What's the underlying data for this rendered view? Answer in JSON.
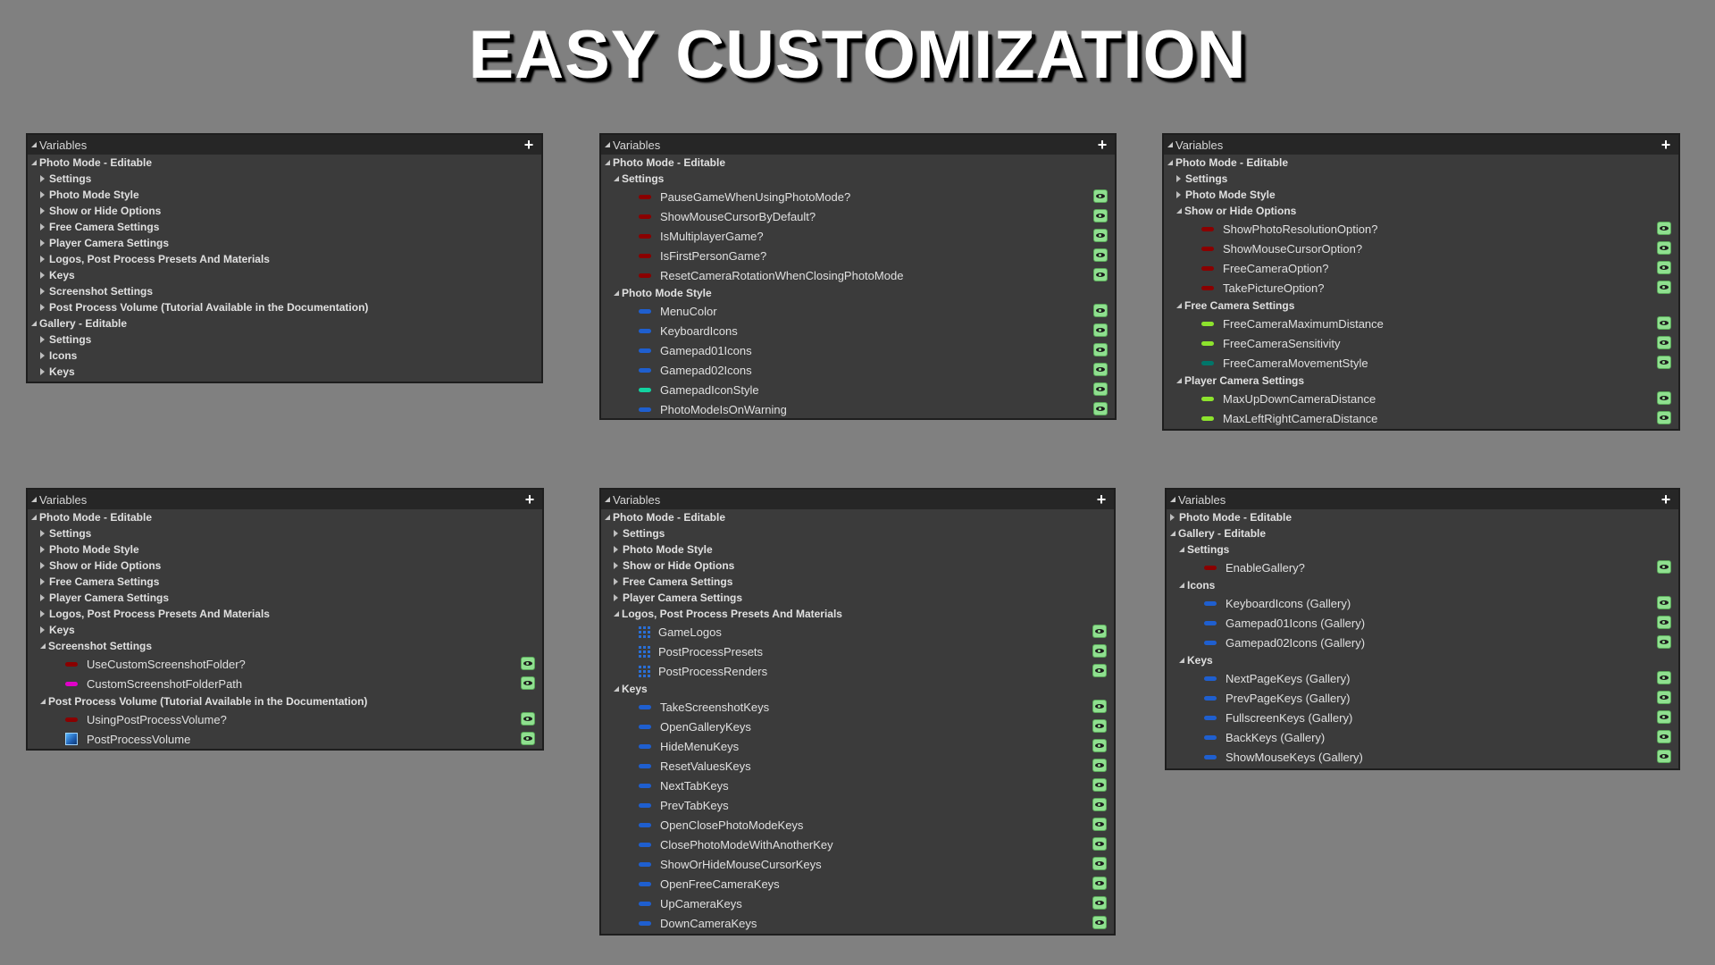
{
  "title": "EASY CUSTOMIZATION",
  "header_label": "Variables",
  "add_symbol": "+",
  "pin_colors": {
    "bool": "#8a0000",
    "array": "#1f5fcf",
    "struct_green": "#12d3a0",
    "float": "#8de32d",
    "enum": "#00766a",
    "string": "#e000c8"
  },
  "panels": [
    {
      "rows": [
        {
          "type": "cat",
          "label": "Photo Mode - Editable",
          "level": 0,
          "open": true
        },
        {
          "type": "cat",
          "label": "Settings",
          "level": 1,
          "open": false
        },
        {
          "type": "cat",
          "label": "Photo Mode Style",
          "level": 1,
          "open": false
        },
        {
          "type": "cat",
          "label": "Show or Hide Options",
          "level": 1,
          "open": false
        },
        {
          "type": "cat",
          "label": "Free Camera Settings",
          "level": 1,
          "open": false
        },
        {
          "type": "cat",
          "label": "Player Camera Settings",
          "level": 1,
          "open": false
        },
        {
          "type": "cat",
          "label": "Logos, Post Process Presets And Materials",
          "level": 1,
          "open": false
        },
        {
          "type": "cat",
          "label": "Keys",
          "level": 1,
          "open": false
        },
        {
          "type": "cat",
          "label": "Screenshot Settings",
          "level": 1,
          "open": false
        },
        {
          "type": "cat",
          "label": "Post Process Volume (Tutorial Available in the Documentation)",
          "level": 1,
          "open": false
        },
        {
          "type": "cat",
          "label": "Gallery - Editable",
          "level": 0,
          "open": true
        },
        {
          "type": "cat",
          "label": "Settings",
          "level": 1,
          "open": false
        },
        {
          "type": "cat",
          "label": "Icons",
          "level": 1,
          "open": false
        },
        {
          "type": "cat",
          "label": "Keys",
          "level": 1,
          "open": false
        }
      ]
    },
    {
      "rows": [
        {
          "type": "cat",
          "label": "Photo Mode - Editable",
          "level": 0,
          "open": true
        },
        {
          "type": "cat",
          "label": "Settings",
          "level": 1,
          "open": true
        },
        {
          "type": "var",
          "label": "PauseGameWhenUsingPhotoMode?",
          "pin": "bool"
        },
        {
          "type": "var",
          "label": "ShowMouseCursorByDefault?",
          "pin": "bool"
        },
        {
          "type": "var",
          "label": "IsMultiplayerGame?",
          "pin": "bool"
        },
        {
          "type": "var",
          "label": "IsFirstPersonGame?",
          "pin": "bool"
        },
        {
          "type": "var",
          "label": "ResetCameraRotationWhenClosingPhotoMode",
          "pin": "bool"
        },
        {
          "type": "cat",
          "label": "Photo Mode Style",
          "level": 1,
          "open": true
        },
        {
          "type": "var",
          "label": "MenuColor",
          "pin": "array"
        },
        {
          "type": "var",
          "label": "KeyboardIcons",
          "pin": "array"
        },
        {
          "type": "var",
          "label": "Gamepad01Icons",
          "pin": "array"
        },
        {
          "type": "var",
          "label": "Gamepad02Icons",
          "pin": "array"
        },
        {
          "type": "var",
          "label": "GamepadIconStyle",
          "pin": "struct_green"
        },
        {
          "type": "var",
          "label": "PhotoModeIsOnWarning",
          "pin": "array"
        }
      ]
    },
    {
      "rows": [
        {
          "type": "cat",
          "label": "Photo Mode - Editable",
          "level": 0,
          "open": true
        },
        {
          "type": "cat",
          "label": "Settings",
          "level": 1,
          "open": false
        },
        {
          "type": "cat",
          "label": "Photo Mode Style",
          "level": 1,
          "open": false
        },
        {
          "type": "cat",
          "label": "Show or Hide Options",
          "level": 1,
          "open": true
        },
        {
          "type": "var",
          "label": "ShowPhotoResolutionOption?",
          "pin": "bool"
        },
        {
          "type": "var",
          "label": "ShowMouseCursorOption?",
          "pin": "bool"
        },
        {
          "type": "var",
          "label": "FreeCameraOption?",
          "pin": "bool"
        },
        {
          "type": "var",
          "label": "TakePictureOption?",
          "pin": "bool"
        },
        {
          "type": "cat",
          "label": "Free Camera Settings",
          "level": 1,
          "open": true
        },
        {
          "type": "var",
          "label": "FreeCameraMaximumDistance",
          "pin": "float"
        },
        {
          "type": "var",
          "label": "FreeCameraSensitivity",
          "pin": "float"
        },
        {
          "type": "var",
          "label": "FreeCameraMovementStyle",
          "pin": "enum"
        },
        {
          "type": "cat",
          "label": "Player Camera Settings",
          "level": 1,
          "open": true
        },
        {
          "type": "var",
          "label": "MaxUpDownCameraDistance",
          "pin": "float"
        },
        {
          "type": "var",
          "label": "MaxLeftRightCameraDistance",
          "pin": "float"
        }
      ]
    },
    {
      "rows": [
        {
          "type": "cat",
          "label": "Photo Mode - Editable",
          "level": 0,
          "open": true
        },
        {
          "type": "cat",
          "label": "Settings",
          "level": 1,
          "open": false
        },
        {
          "type": "cat",
          "label": "Photo Mode Style",
          "level": 1,
          "open": false
        },
        {
          "type": "cat",
          "label": "Show or Hide Options",
          "level": 1,
          "open": false
        },
        {
          "type": "cat",
          "label": "Free Camera Settings",
          "level": 1,
          "open": false
        },
        {
          "type": "cat",
          "label": "Player Camera Settings",
          "level": 1,
          "open": false
        },
        {
          "type": "cat",
          "label": "Logos, Post Process Presets And Materials",
          "level": 1,
          "open": false
        },
        {
          "type": "cat",
          "label": "Keys",
          "level": 1,
          "open": false
        },
        {
          "type": "cat",
          "label": "Screenshot Settings",
          "level": 1,
          "open": true
        },
        {
          "type": "var",
          "label": "UseCustomScreenshotFolder?",
          "pin": "bool"
        },
        {
          "type": "var",
          "label": "CustomScreenshotFolderPath",
          "pin": "string"
        },
        {
          "type": "cat",
          "label": "Post Process Volume (Tutorial Available in the Documentation)",
          "level": 1,
          "open": true
        },
        {
          "type": "var",
          "label": "UsingPostProcessVolume?",
          "pin": "bool"
        },
        {
          "type": "var",
          "label": "PostProcessVolume",
          "pin": "object"
        }
      ]
    },
    {
      "rows": [
        {
          "type": "cat",
          "label": "Photo Mode - Editable",
          "level": 0,
          "open": true
        },
        {
          "type": "cat",
          "label": "Settings",
          "level": 1,
          "open": false
        },
        {
          "type": "cat",
          "label": "Photo Mode Style",
          "level": 1,
          "open": false
        },
        {
          "type": "cat",
          "label": "Show or Hide Options",
          "level": 1,
          "open": false
        },
        {
          "type": "cat",
          "label": "Free Camera Settings",
          "level": 1,
          "open": false
        },
        {
          "type": "cat",
          "label": "Player Camera Settings",
          "level": 1,
          "open": false
        },
        {
          "type": "cat",
          "label": "Logos, Post Process Presets And Materials",
          "level": 1,
          "open": true
        },
        {
          "type": "var",
          "label": "GameLogos",
          "pin": "grid"
        },
        {
          "type": "var",
          "label": "PostProcessPresets",
          "pin": "grid"
        },
        {
          "type": "var",
          "label": "PostProcessRenders",
          "pin": "grid"
        },
        {
          "type": "cat",
          "label": "Keys",
          "level": 1,
          "open": true
        },
        {
          "type": "var",
          "label": "TakeScreenshotKeys",
          "pin": "array"
        },
        {
          "type": "var",
          "label": "OpenGalleryKeys",
          "pin": "array"
        },
        {
          "type": "var",
          "label": "HideMenuKeys",
          "pin": "array"
        },
        {
          "type": "var",
          "label": "ResetValuesKeys",
          "pin": "array"
        },
        {
          "type": "var",
          "label": "NextTabKeys",
          "pin": "array"
        },
        {
          "type": "var",
          "label": "PrevTabKeys",
          "pin": "array"
        },
        {
          "type": "var",
          "label": "OpenClosePhotoModeKeys",
          "pin": "array"
        },
        {
          "type": "var",
          "label": "ClosePhotoModeWithAnotherKey",
          "pin": "array"
        },
        {
          "type": "var",
          "label": "ShowOrHideMouseCursorKeys",
          "pin": "array"
        },
        {
          "type": "var",
          "label": "OpenFreeCameraKeys",
          "pin": "array"
        },
        {
          "type": "var",
          "label": "UpCameraKeys",
          "pin": "array"
        },
        {
          "type": "var",
          "label": "DownCameraKeys",
          "pin": "array"
        }
      ]
    },
    {
      "rows": [
        {
          "type": "cat",
          "label": "Photo Mode - Editable",
          "level": 0,
          "open": false
        },
        {
          "type": "cat",
          "label": "Gallery - Editable",
          "level": 0,
          "open": true
        },
        {
          "type": "cat",
          "label": "Settings",
          "level": 1,
          "open": true
        },
        {
          "type": "var",
          "label": "EnableGallery?",
          "pin": "bool"
        },
        {
          "type": "cat",
          "label": "Icons",
          "level": 1,
          "open": true
        },
        {
          "type": "var",
          "label": "KeyboardIcons (Gallery)",
          "pin": "array"
        },
        {
          "type": "var",
          "label": "Gamepad01Icons (Gallery)",
          "pin": "array"
        },
        {
          "type": "var",
          "label": "Gamepad02Icons (Gallery)",
          "pin": "array"
        },
        {
          "type": "cat",
          "label": "Keys",
          "level": 1,
          "open": true
        },
        {
          "type": "var",
          "label": "NextPageKeys (Gallery)",
          "pin": "array"
        },
        {
          "type": "var",
          "label": "PrevPageKeys (Gallery)",
          "pin": "array"
        },
        {
          "type": "var",
          "label": "FullscreenKeys (Gallery)",
          "pin": "array"
        },
        {
          "type": "var",
          "label": "BackKeys (Gallery)",
          "pin": "array"
        },
        {
          "type": "var",
          "label": "ShowMouseKeys (Gallery)",
          "pin": "array"
        }
      ]
    }
  ]
}
